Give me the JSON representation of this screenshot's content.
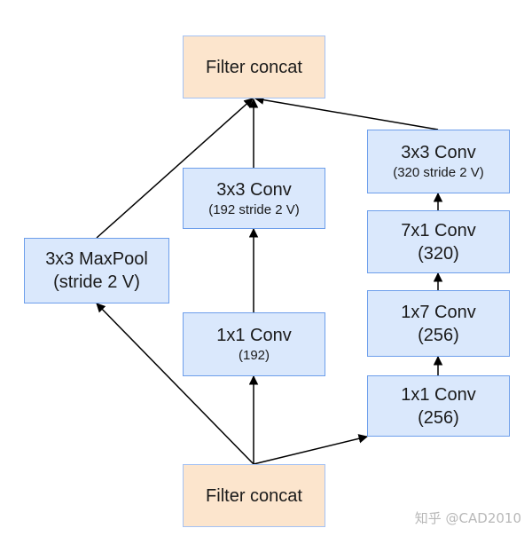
{
  "nodes": {
    "top_concat": {
      "label": "Filter concat"
    },
    "bottom_concat": {
      "label": "Filter concat"
    },
    "maxpool": {
      "line1": "3x3 MaxPool",
      "line2": "(stride 2 V)"
    },
    "mid_conv1x1": {
      "line1": "1x1 Conv",
      "line2": "(192)"
    },
    "mid_conv3x3": {
      "line1": "3x3 Conv",
      "line2": "(192 stride 2 V)"
    },
    "right_conv1x1": {
      "line1": "1x1 Conv",
      "line2": "(256)"
    },
    "right_conv1x7": {
      "line1": "1x7 Conv",
      "line2": "(256)"
    },
    "right_conv7x1": {
      "line1": "7x1 Conv",
      "line2": "(320)"
    },
    "right_conv3x3": {
      "line1": "3x3 Conv",
      "line2": "(320 stride 2 V)"
    }
  },
  "colors": {
    "concat_fill": "#fce5cd",
    "layer_fill": "#dae8fc",
    "border": "#6d9eeb",
    "arrow": "#000000"
  },
  "watermark": "知乎 @CAD2010"
}
